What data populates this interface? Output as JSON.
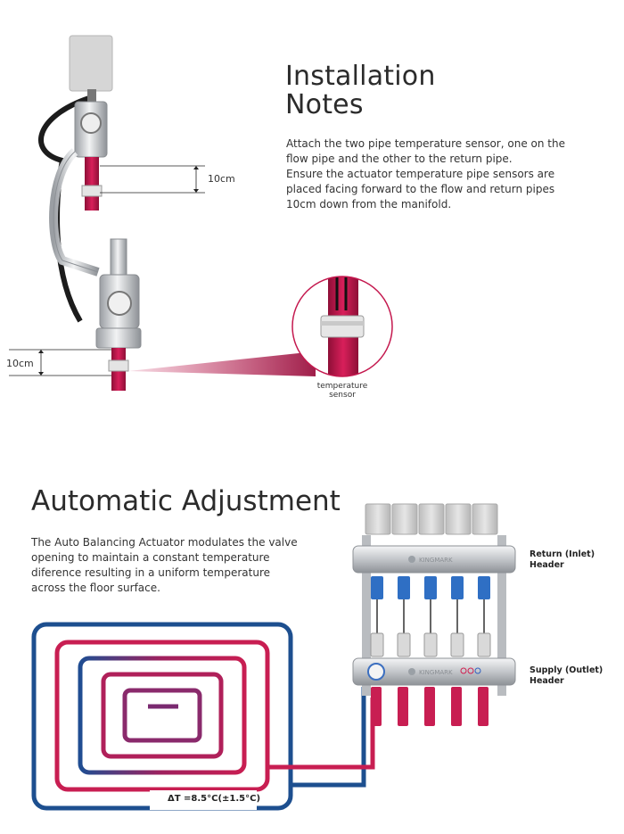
{
  "install": {
    "title_line1": "Installation",
    "title_line2": "Notes",
    "text_lines": [
      "Attach the two pipe temperature sensor, one on the",
      "flow pipe and the other to the return pipe.",
      "Ensure the actuator temperature pipe sensors are",
      "placed facing forward to the flow and return pipes",
      "10cm down from the manifold."
    ],
    "measure_upper": "10cm",
    "measure_lower": "10cm",
    "sensor_label_line1": "temperature",
    "sensor_label_line2": "sensor"
  },
  "adjust": {
    "title": "Automatic Adjustment",
    "text_lines": [
      "The Auto Balancing Actuator modulates the valve",
      "opening to maintain a constant temperature",
      "diference resulting in a uniform temperature",
      "across the floor surface."
    ],
    "delta_label": "ΔT =8.5°C(±1.5°C)",
    "return_line1": "Return (Inlet)",
    "return_line2": "Header",
    "supply_line1": "Supply (Outlet)",
    "supply_line2": "Header",
    "brand": "KINGMARK"
  },
  "colors": {
    "red_pipe": "#c4184e",
    "blue_loop": "#1d4f8f",
    "chrome": "#cfd2d5",
    "actuator": "#d9d9d9"
  }
}
